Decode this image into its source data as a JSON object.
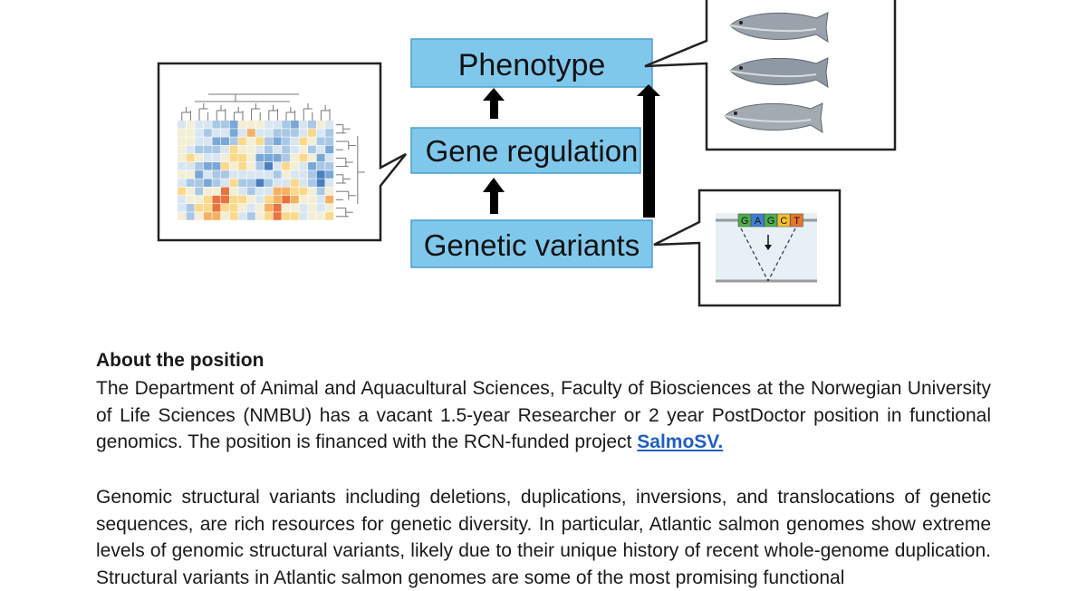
{
  "figure": {
    "boxes": {
      "phenotype": "Phenotype",
      "gene_regulation": "Gene regulation",
      "genetic_variants": "Genetic variants"
    },
    "dna_letters": [
      {
        "letter": "G",
        "color": "#4caf50"
      },
      {
        "letter": "A",
        "color": "#3f7fd6"
      },
      {
        "letter": "G",
        "color": "#4caf50"
      },
      {
        "letter": "C",
        "color": "#f2c12e"
      },
      {
        "letter": "T",
        "color": "#e8762b"
      }
    ],
    "colors": {
      "box_fill": "#7fc8ec",
      "box_border": "#4a9fcf",
      "arrow": "#000000"
    }
  },
  "document": {
    "heading": "About the position",
    "para1_text": "The Department of Animal and Aquacultural Sciences, Faculty of Biosciences at the Norwegian University of Life Sciences (NMBU) has a vacant 1.5-year Researcher or 2 year PostDoctor position in functional genomics. The position is financed with the RCN-funded project ",
    "para1_link": "SalmoSV.",
    "para2_text": "Genomic structural variants including deletions, duplications, inversions, and translocations of genetic sequences, are rich resources for genetic diversity. In particular, Atlantic salmon genomes show extreme levels of genomic structural variants, likely due to their unique history of recent whole-genome duplication. Structural variants in Atlantic salmon genomes are some of the most promising functional"
  }
}
